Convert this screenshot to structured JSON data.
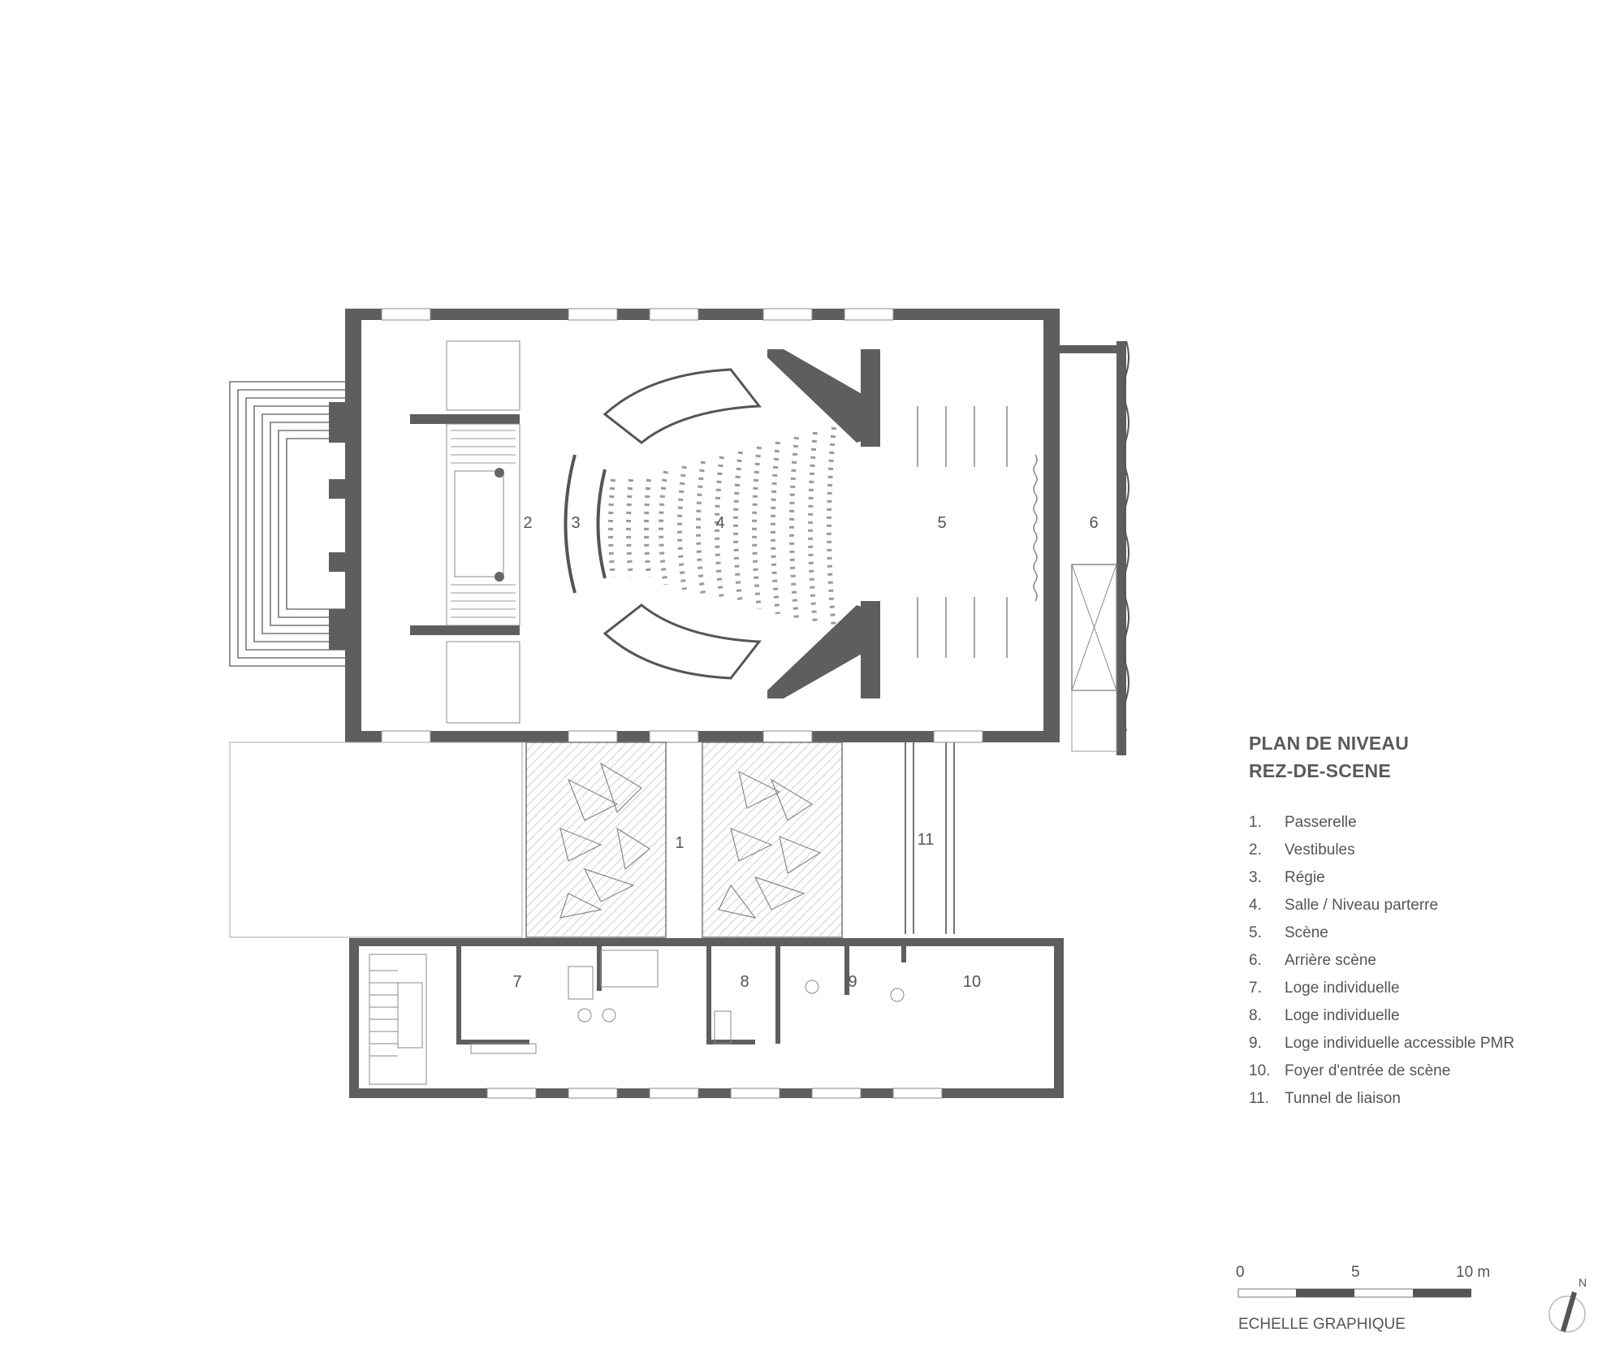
{
  "title_line1": "PLAN DE NIVEAU",
  "title_line2": "REZ-DE-SCENE",
  "rooms": [
    {
      "num": "1.",
      "label": "Passerelle"
    },
    {
      "num": "2.",
      "label": "Vestibules"
    },
    {
      "num": "3.",
      "label": "Régie"
    },
    {
      "num": "4.",
      "label": "Salle / Niveau parterre"
    },
    {
      "num": "5.",
      "label": "Scène"
    },
    {
      "num": "6.",
      "label": "Arrière scène"
    },
    {
      "num": "7.",
      "label": "Loge individuelle"
    },
    {
      "num": "8.",
      "label": "Loge individuelle"
    },
    {
      "num": "9.",
      "label": "Loge individuelle accessible PMR"
    },
    {
      "num": "10.",
      "label": "Foyer d'entrée de scène"
    },
    {
      "num": "11.",
      "label": "Tunnel de liaison"
    }
  ],
  "plan_numbers": {
    "r1": "1",
    "r2": "2",
    "r3": "3",
    "r4": "4",
    "r5": "5",
    "r6": "6",
    "r7": "7",
    "r8": "8",
    "r9": "9",
    "r10": "10",
    "r11": "11"
  },
  "scale": {
    "t0": "0",
    "t5": "5",
    "t10": "10 m",
    "title": "ECHELLE GRAPHIQUE"
  },
  "north_label": "N",
  "colors": {
    "wall": "#5e5e5e",
    "line": "#8a8a8a",
    "text": "#555555"
  }
}
